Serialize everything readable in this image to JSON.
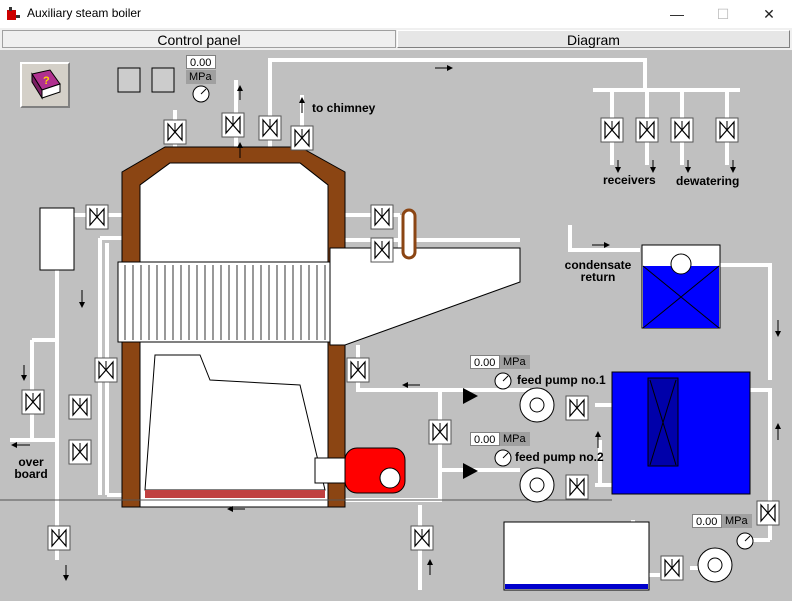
{
  "window": {
    "title": "Auxiliary steam boiler",
    "minimize": "—",
    "maximize": "☐",
    "close": "✕"
  },
  "tabs": [
    {
      "label": "Control panel"
    },
    {
      "label": "Diagram"
    }
  ],
  "labels": {
    "to_chimney": "to chimney",
    "receivers": "receivers",
    "dewatering": "dewatering",
    "condensate_return": "condensate return",
    "feed_pump_1": "feed pump no.1",
    "feed_pump_2": "feed pump no.2",
    "over_board": "over board"
  },
  "gauges": {
    "top": {
      "value": "0.00",
      "unit": "MPa"
    },
    "pump1": {
      "value": "0.00",
      "unit": "MPa"
    },
    "pump2": {
      "value": "0.00",
      "unit": "MPa"
    },
    "transfer": {
      "value": "0.00",
      "unit": "MPa"
    }
  },
  "icons": {
    "help": "help-book-icon",
    "app": "boiler-app-icon"
  },
  "colors": {
    "background": "#c0c0c0",
    "tank_water": "#0000ff",
    "burner": "#ff0000",
    "boiler_casing": "#8b4513"
  }
}
